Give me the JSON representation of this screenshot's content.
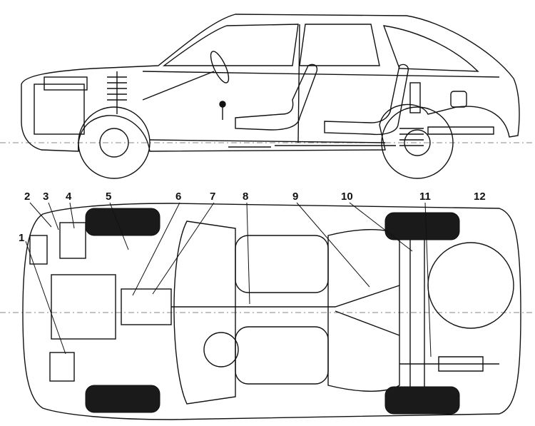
{
  "callouts": [
    "1",
    "2",
    "3",
    "4",
    "5",
    "6",
    "7",
    "8",
    "9",
    "10",
    "11",
    "12"
  ],
  "colors": {
    "ink": "#111111",
    "paper": "#ffffff",
    "tire": "#1a1a1a"
  }
}
